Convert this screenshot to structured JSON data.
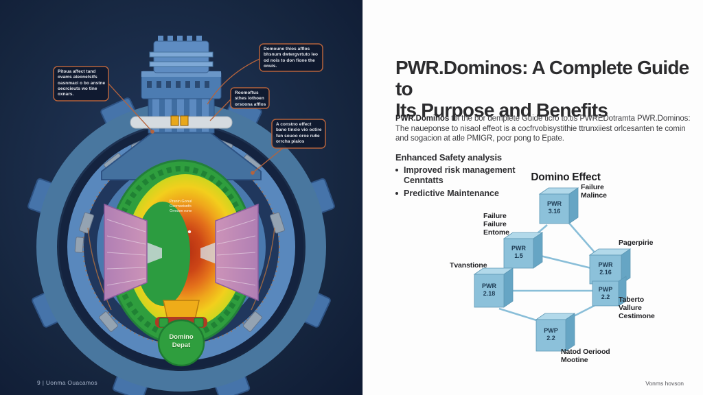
{
  "left_panel": {
    "callouts": [
      {
        "text": "Pitoua affect tand\novams ateonetstfs\noasnmaci o bo anstne\noecrcieuts wo tine\noxnars."
      },
      {
        "text": "Domoune thios afflos\nbhsnum dwtergvrtuto leo\nod nois to don fione the\nonuis."
      },
      {
        "text": "Roomoftus\nsthes iothoen\norsoona afflos"
      },
      {
        "text": "A constno effect\nbano tinxio vio octire\nfun souoo oroe ru6e\norrcha piaios"
      }
    ],
    "core_note": "Prsnin Gonul\nOscrnorisnfo\nOrnxien rone",
    "core_label": "Domino\nDepat",
    "footer": "9 | Uonma Ouacamos"
  },
  "right_panel": {
    "title": "PWR.Dominos: A Complete Guide to\nIts Purpose and Benefits",
    "intro_lead": "PWR.Dominos",
    "intro_rest": " tol the bor demplete Guide ticro to:tis PWREDotramta PWR.Dominos: The naueponse to nisaol effeot is a cocfrvobisystithie ttrunxiiest orlcesanten te comin and sogacion at atle PMIGR, pocr pong to Epate.",
    "safety_heading": "Enhanced Safety analysis",
    "bullets": [
      "Improved risk management\nCenntatts",
      "Predictive Maintenance"
    ],
    "footer": "Vonms hovson",
    "diagram": {
      "title": "Domino Effect",
      "nodes": [
        {
          "id": "top",
          "text": "PWR\n3.16"
        },
        {
          "id": "mid-left",
          "text": "PWR\n1.5"
        },
        {
          "id": "right-upper",
          "text": "PWR\n2.16"
        },
        {
          "id": "right-lower",
          "text": "PWP\n2.2"
        },
        {
          "id": "left",
          "text": "PWR\n2.18"
        },
        {
          "id": "bottom",
          "text": "PWP\n2.2"
        }
      ],
      "labels": [
        {
          "id": "top-right",
          "text": "Failure\nMalince"
        },
        {
          "id": "mid-left",
          "text": "Failure\nFailure\nEntome"
        },
        {
          "id": "right-upper",
          "text": "Pagerpirie"
        },
        {
          "id": "left",
          "text": "Tvanstione"
        },
        {
          "id": "right-lower",
          "text": "Taberto\nVallure\nCestimone"
        },
        {
          "id": "bottom",
          "text": "Natod Oeriood\nMootine"
        }
      ]
    }
  },
  "colors": {
    "background_navy": "#13223f",
    "vessel_blue": "#4a79ae",
    "callout_border": "#b5633c",
    "core_green": "#2f9e3e",
    "core_hot_red": "#c23a14",
    "cube_blue": "#8cc1da",
    "edge_blue": "#83bbd7"
  }
}
